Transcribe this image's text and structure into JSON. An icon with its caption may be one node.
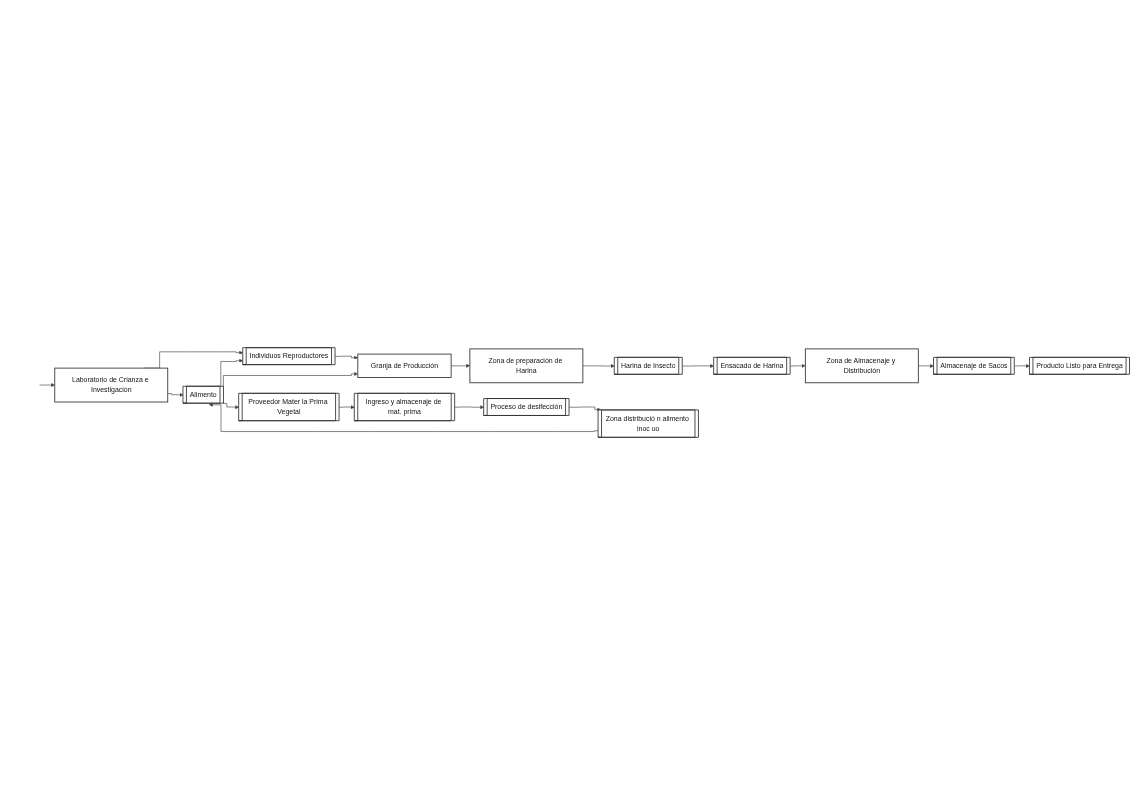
{
  "diagram": {
    "nodes": [
      {
        "text": [
          "Laboratorio de Crianza e Investigación"
        ]
      },
      {
        "text": [
          "Granja de Producción"
        ]
      },
      {
        "text": [
          "Zona de preparación de Harina"
        ]
      },
      {
        "text": [
          "Ensacado de Harina"
        ]
      },
      {
        "text": [
          "Individuos Reproductores"
        ]
      },
      {
        "text": [
          "Harina de Insecto"
        ]
      },
      {
        "text": [
          "Zona de Almacenaje y Distribución"
        ]
      },
      {
        "text": [
          "Alimento"
        ]
      },
      {
        "text": [
          "Almacenaje de Sacos"
        ]
      },
      {
        "text": [
          "Proveedor Mater la Prima Vegetal"
        ]
      },
      {
        "text": [
          "Zona distribució n alimento inoc uo"
        ]
      },
      {
        "text": [
          "Producto Listo para Entrega"
        ]
      },
      {
        "text": [
          "Ingreso y almacenaje de mat. prima"
        ]
      },
      {
        "text": [
          "Proceso de desifección"
        ]
      }
    ],
    "edges": [
      {
        "from": null,
        "to": 0,
        "arrow": "to"
      },
      {
        "from": 0,
        "to": 4,
        "arrow": "to"
      },
      {
        "from": 0,
        "to": 7,
        "arrow": "to"
      },
      {
        "from": 4,
        "to": 1,
        "arrow": "to"
      },
      {
        "from": 7,
        "to": 1,
        "arrow": "to"
      },
      {
        "from": 7,
        "to": 4,
        "arrow": "to"
      },
      {
        "from": 1,
        "to": 2,
        "arrow": "to"
      },
      {
        "from": 2,
        "to": 5,
        "arrow": "to"
      },
      {
        "from": 5,
        "to": 3,
        "arrow": "to"
      },
      {
        "from": 3,
        "to": 6,
        "arrow": "to"
      },
      {
        "from": 6,
        "to": 8,
        "arrow": "to"
      },
      {
        "from": 8,
        "to": 11,
        "arrow": "to"
      },
      {
        "from": 7,
        "to": 9,
        "arrow": "to"
      },
      {
        "from": 9,
        "to": 12,
        "arrow": "to"
      },
      {
        "from": 12,
        "to": 13,
        "arrow": "to"
      },
      {
        "from": 13,
        "to": 10,
        "arrow": "to"
      },
      {
        "from": 10,
        "to": 7,
        "arrow": "to"
      }
    ]
  }
}
